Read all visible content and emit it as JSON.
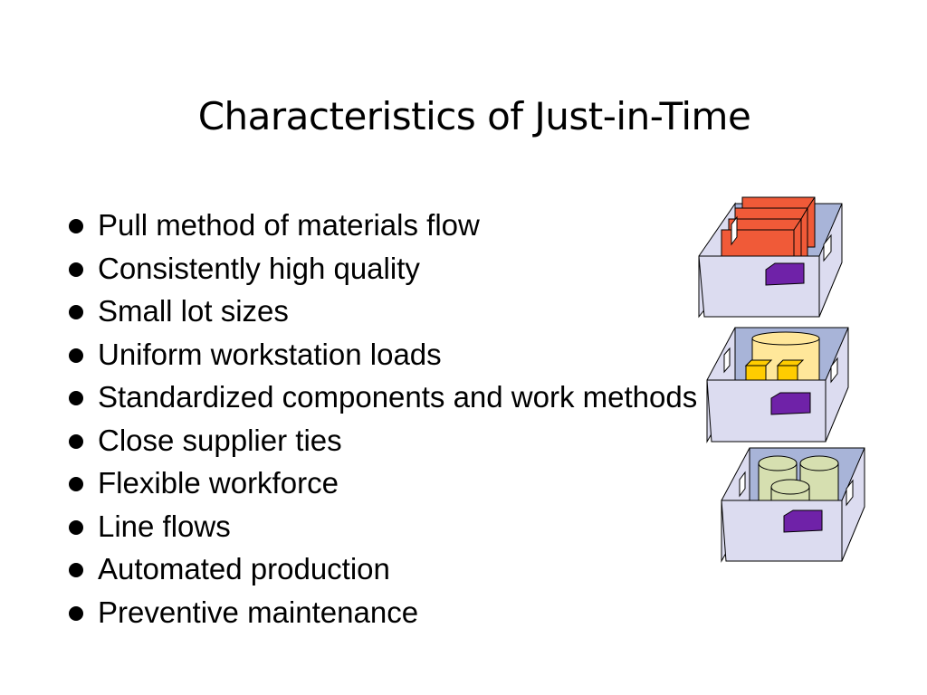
{
  "slide": {
    "title": "Characteristics of Just-in-Time",
    "bullets": [
      "Pull method of materials flow",
      "Consistently high quality",
      "Small lot sizes",
      "Uniform workstation loads",
      "Standardized components and work methods",
      "Close supplier ties",
      "Flexible workforce",
      "Line flows",
      "Automated production",
      "Preventive maintenance"
    ]
  },
  "illustration": {
    "name": "stacked-bins-illustration",
    "colors": {
      "bin_fill": "#dcdcf0",
      "bin_interior": "#a8b4d8",
      "label_tag": "#6f22a8",
      "boxes": "#f05a38",
      "cylinder_yellow": "#ffe79a",
      "small_boxes": "#ffcc00",
      "cylinder_green": "#d6dfb0"
    }
  }
}
